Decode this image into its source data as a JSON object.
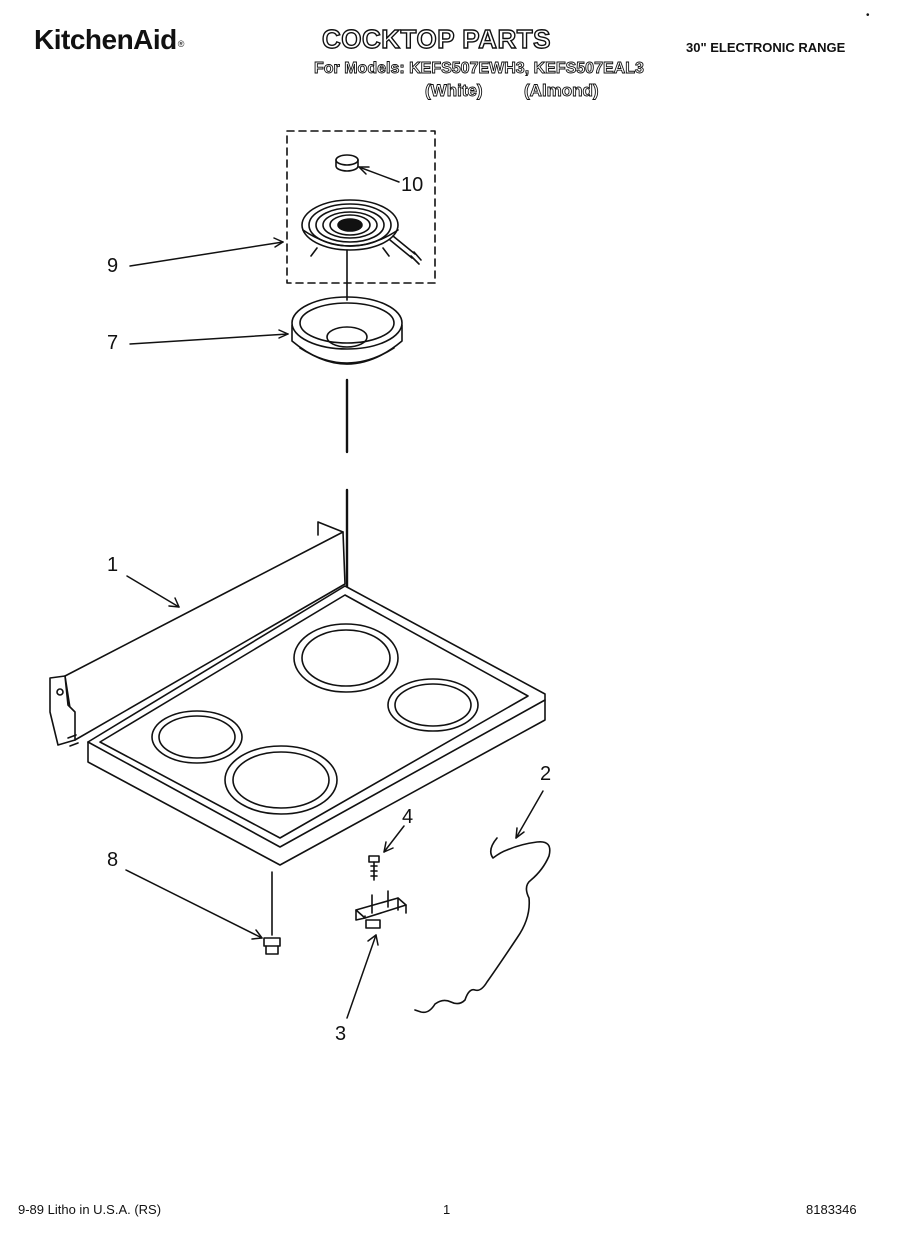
{
  "header": {
    "brand": "KitchenAid",
    "brand_mark": "®",
    "title": "COCKTOP PARTS",
    "subtitle": "30\" ELECTRONIC RANGE",
    "models_line": "For Models: KEFS507EWH3, KEFS507EAL3",
    "variant_1": "(White)",
    "variant_2": "(Almond)",
    "corner_mark": "•"
  },
  "callouts": [
    "10",
    "9",
    "7",
    "1",
    "2",
    "4",
    "8",
    "3"
  ],
  "footer": {
    "left": "9-89 Litho in U.S.A. (RS)",
    "page_number": "1",
    "part_number": "8183346"
  }
}
